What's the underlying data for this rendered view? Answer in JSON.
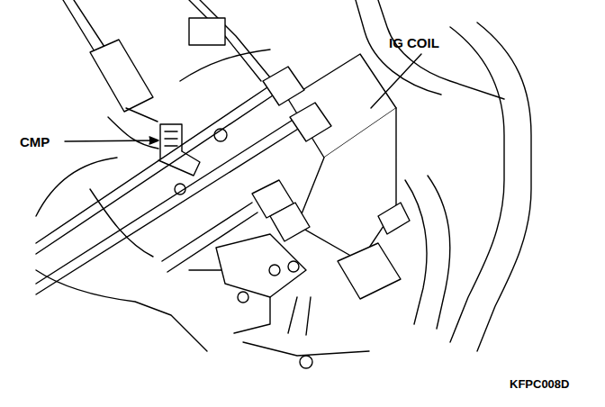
{
  "diagram": {
    "labels": [
      "CMP",
      "IG COIL",
      "KFPC008D"
    ]
  }
}
